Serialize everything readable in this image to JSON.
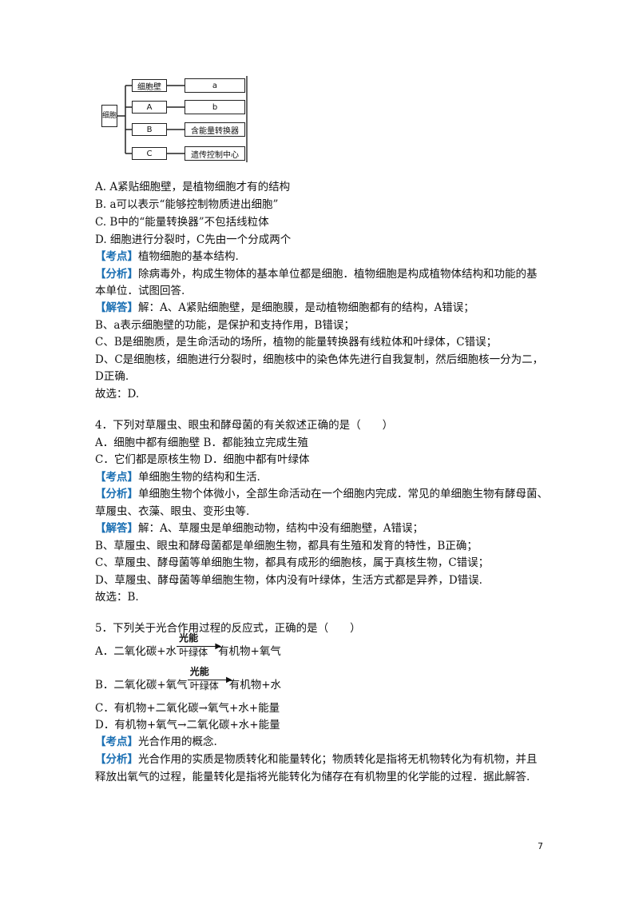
{
  "diagram": {
    "root": "细胞",
    "left_boxes": [
      "细胞壁",
      "A",
      "B",
      "C"
    ],
    "right_boxes": [
      "a",
      "b",
      "含能量转换器",
      "遗传控制中心"
    ]
  },
  "q3": {
    "options": [
      "A. A紧贴细胞壁，是植物细胞才有的结构",
      "B. a可以表示“能够控制物质进出细胞”",
      "C. B中的“能量转换器”不包括线粒体",
      "D. 细胞进行分裂时，C先由一个分成两个"
    ],
    "kaodian_tag": "【考点】",
    "kaodian_text": "植物细胞的基本结构.",
    "fenxi_tag": "【分析】",
    "fenxi_text": "除病毒外，构成生物体的基本单位都是细胞．植物细胞是构成植物体结构和功能的基",
    "fenxi_text2": "本单位．试图回答.",
    "jieda_tag": "【解答】",
    "jieda_text": "解：A、A紧贴细胞壁，是细胞膜，是动植物细胞都有的结构，A错误；",
    "jieda_lines": [
      "B、a表示细胞壁的功能，是保护和支持作用，B错误；",
      "C、B是细胞质，是生命活动的场所，植物的能量转换器有线粒体和叶绿体，C错误；",
      "D、C是细胞核，细胞进行分裂时，细胞核中的染色体先进行自我复制，然后细胞核一分为二，",
      "D正确.",
      "故选：D."
    ]
  },
  "q4": {
    "stem": "4．下列对草履虫、眼虫和酵母菌的有关叙述正确的是（　　）",
    "opt_line1": "A．细胞中都有细胞壁 B．都能独立完成生殖",
    "opt_line2": "C．它们都是原核生物 D．细胞中都有叶绿体",
    "kaodian_tag": "【考点】",
    "kaodian_text": "单细胞生物的结构和生活.",
    "fenxi_tag": "【分析】",
    "fenxi_text": "单细胞生物个体微小，全部生命活动在一个细胞内完成．常见的单细胞生物有酵母菌、",
    "fenxi_text2": "草履虫、衣藻、眼虫、变形虫等.",
    "jieda_tag": "【解答】",
    "jieda_text": "解：A、草履虫是单细胞动物，结构中没有细胞壁，A错误；",
    "jieda_lines": [
      "B、草履虫、眼虫和酵母菌都是单细胞生物，都具有生殖和发育的特性，B正确；",
      "C、草履虫、酵母菌等单细胞生物，都具有成形的细胞核，属于真核生物，C错误；",
      "D、草履虫、酵母菌等单细胞生物，体内没有叶绿体，生活方式都是异养，D错误.",
      "故选：B."
    ]
  },
  "q5": {
    "stem": "5．下列关于光合作用过程的反应式，正确的是（　　）",
    "optA_left": "A．二氧化碳+水",
    "optA_right": "有机物+氧气",
    "optB_left": "B．二氧化碳+氧气",
    "optB_right": "有机物+水",
    "arrow_top": "光能",
    "arrow_bottom": "叶绿体",
    "optC": "C．有机物+二氧化碳→氧气+水+能量",
    "optD": "D．有机物+氧气→二氧化碳+水+能量",
    "kaodian_tag": "【考点】",
    "kaodian_text": "光合作用的概念.",
    "fenxi_tag": "【分析】",
    "fenxi_text": "光合作用的实质是物质转化和能量转化；物质转化是指将无机物转化为有机物，并且",
    "fenxi_text2": "释放出氧气的过程，能量转化是指将光能转化为储存在有机物里的化学能的过程．据此解答."
  },
  "page_number": "7"
}
